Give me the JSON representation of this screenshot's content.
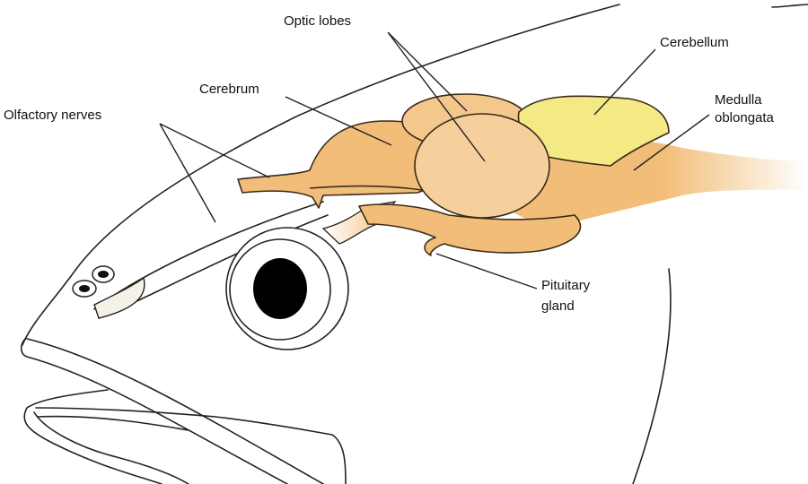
{
  "title": "Fish brain anatomy",
  "colors": {
    "brain": "#f2bd78",
    "brain_light": "#f5cf98",
    "cerebellum": "#f3ea86",
    "pupil": "#000000"
  },
  "labels": {
    "olfactory_nerves": "Olfactory nerves",
    "cerebrum": "Cerebrum",
    "optic_lobes": "Optic lobes",
    "cerebellum": "Cerebellum",
    "medulla_line1": "Medulla",
    "medulla_line2": "oblongata",
    "pituitary_line1": "Pituitary",
    "pituitary_line2": "gland"
  }
}
